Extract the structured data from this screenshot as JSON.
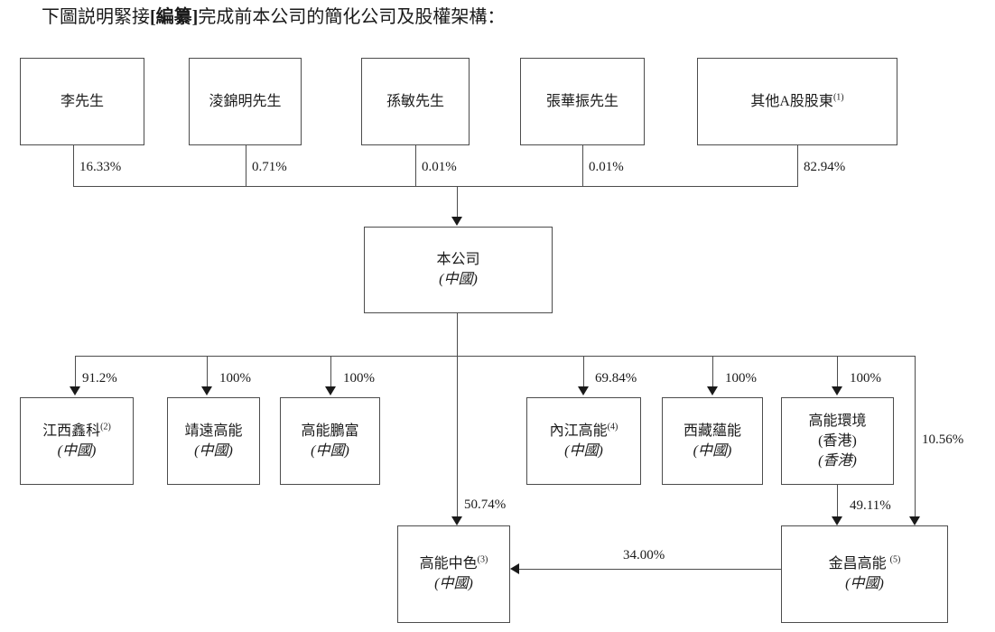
{
  "document": {
    "title_segments": [
      {
        "text": "下圖説明緊接",
        "bold": false
      },
      {
        "text": "[編纂]",
        "bold": true
      },
      {
        "text": "完成前本公司的簡化公司及股權架構：",
        "bold": false
      }
    ],
    "title_plain": "下圖説明緊接[編纂]完成前本公司的簡化公司及股權架構："
  },
  "shareholders": [
    {
      "id": "li",
      "name": "李先生",
      "note": "",
      "pct": "16.33%"
    },
    {
      "id": "ling",
      "name": "淩錦明先生",
      "note": "",
      "pct": "0.71%"
    },
    {
      "id": "sun",
      "name": "孫敏先生",
      "note": "",
      "pct": "0.01%"
    },
    {
      "id": "zhang",
      "name": "張華振先生",
      "note": "",
      "pct": "0.01%"
    },
    {
      "id": "other-a",
      "name": "其他A股股東",
      "note": "(1)",
      "pct": "82.94%"
    }
  ],
  "company": {
    "name": "本公司",
    "jurisdiction": "(中國)"
  },
  "subsidiaries_left": [
    {
      "id": "jiangxi-xinke",
      "name": "江西鑫科",
      "note": "(2)",
      "jurisdiction": "(中國)",
      "pct": "91.2%"
    },
    {
      "id": "jingyuan-gaoneng",
      "name": "靖遠高能",
      "note": "",
      "jurisdiction": "(中國)",
      "pct": "100%"
    },
    {
      "id": "gaoneng-pengfu",
      "name": "高能鵬富",
      "note": "",
      "jurisdiction": "(中國)",
      "pct": "100%"
    }
  ],
  "subsidiaries_right": [
    {
      "id": "neijiang-gaoneng",
      "name": "內江高能",
      "note": "(4)",
      "jurisdiction": "(中國)",
      "pct": "69.84%"
    },
    {
      "id": "xizang-yunneng",
      "name": "西藏蘊能",
      "note": "",
      "jurisdiction": "(中國)",
      "pct": "100%"
    },
    {
      "id": "gaoneng-hj-hk",
      "name": "高能環境",
      "note": "",
      "jurisdiction": "(香港)",
      "jurisdiction2": "(香港)",
      "pct": "100%"
    }
  ],
  "bottom": {
    "gaoneng_zhongse": {
      "name": "高能中色",
      "note": "(3)",
      "jurisdiction": "(中國)"
    },
    "jinchang_gaoneng": {
      "name": "金昌高能",
      "note": "(5)",
      "jurisdiction": "(中國)"
    }
  },
  "edges": {
    "company_to_zhongse": "50.74%",
    "company_to_jinchang": "10.56%",
    "hk_to_jinchang": "49.11%",
    "jinchang_to_zhongse": "34.00%"
  },
  "colors": {
    "box_border": "#4c4c4c",
    "line": "#4c4c4c",
    "text": "#1a1a1a",
    "background": "#ffffff"
  }
}
